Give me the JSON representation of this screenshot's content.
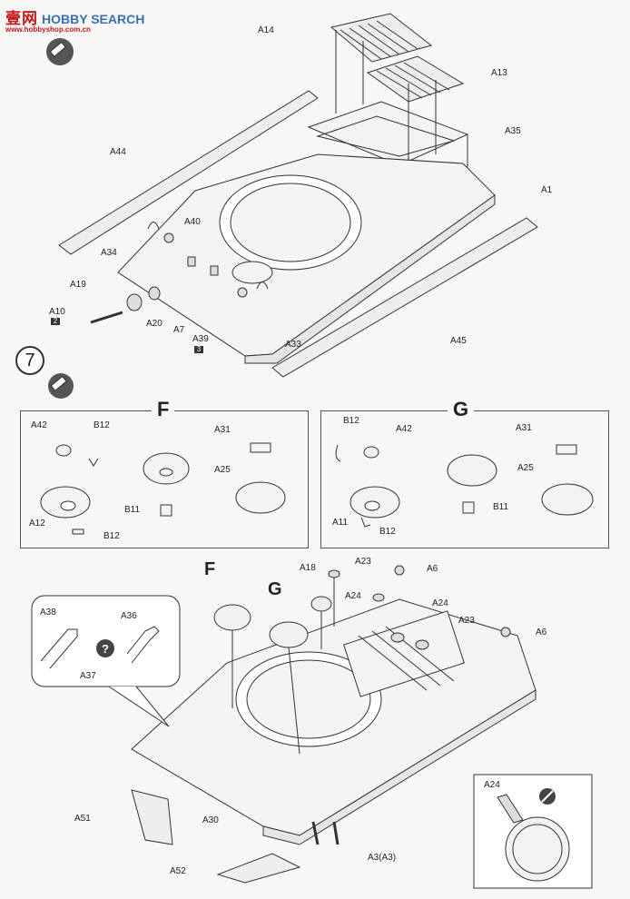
{
  "watermark": {
    "cn": "壹网",
    "en": "HOBBY SEARCH",
    "url": "www.hobbyshop.com.cn"
  },
  "step": {
    "number": "7"
  },
  "boxes": {
    "f_title": "F",
    "g_title": "G"
  },
  "labels": {
    "a14": "A14",
    "a13": "A13",
    "a35": "A35",
    "a1": "A1",
    "a44": "A44",
    "a40": "A40",
    "a34": "A34",
    "a19": "A19",
    "a10": "A10",
    "a10_sub": "2",
    "a20": "A20",
    "a7": "A7",
    "a39": "A39",
    "a39_sub": "3",
    "a33": "A33",
    "a45": "A45",
    "f_a42": "A42",
    "f_b12_top": "B12",
    "f_a31": "A31",
    "f_a25": "A25",
    "f_a12": "A12",
    "f_b11": "B11",
    "f_b12_bottom": "B12",
    "g_b12_top": "B12",
    "g_a42": "A42",
    "g_a31": "A31",
    "g_a25": "A25",
    "g_a11": "A11",
    "g_b11": "B11",
    "g_b12_bottom": "B12",
    "tag_f": "F",
    "tag_g": "G",
    "a18": "A18",
    "a23_top": "A23",
    "a6_top": "A6",
    "a24_left": "A24",
    "a24_right": "A24",
    "a23_right": "A23",
    "a6_right": "A6",
    "a38": "A38",
    "a36": "A36",
    "a37": "A37",
    "a51": "A51",
    "a30": "A30",
    "a52": "A52",
    "a3": "A3(A3)",
    "inset_a24": "A24"
  },
  "icons": [
    "pencil-icon",
    "question-icon",
    "cement-icon"
  ]
}
